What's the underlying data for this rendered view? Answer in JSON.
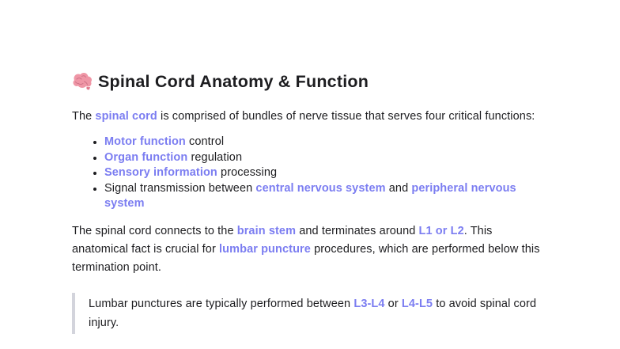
{
  "colors": {
    "accent": "#7b7df1",
    "text": "#1d1d20",
    "quote_bar": "#d3d4dc",
    "brain_pink": "#ef96a6",
    "brain_fold": "#c4677c"
  },
  "heading": {
    "icon": "brain-emoji",
    "text": "Spinal Cord Anatomy & Function"
  },
  "intro": {
    "segments": [
      {
        "t": "The "
      },
      {
        "t": "spinal cord",
        "hl": true
      },
      {
        "t": " is comprised of bundles of nerve tissue that serves four critical functions:"
      }
    ]
  },
  "functions_list": {
    "items": [
      {
        "segments": [
          {
            "t": "Motor function",
            "hl": true
          },
          {
            "t": " control"
          }
        ]
      },
      {
        "segments": [
          {
            "t": "Organ function",
            "hl": true
          },
          {
            "t": " regulation"
          }
        ]
      },
      {
        "segments": [
          {
            "t": "Sensory information",
            "hl": true
          },
          {
            "t": " processing"
          }
        ]
      },
      {
        "segments": [
          {
            "t": "Signal transmission between "
          },
          {
            "t": "central nervous system",
            "hl": true
          },
          {
            "t": " and "
          },
          {
            "t": "peripheral nervous system",
            "hl": true
          }
        ]
      }
    ]
  },
  "anatomy_paragraph": {
    "segments": [
      {
        "t": "The spinal cord connects to the "
      },
      {
        "t": "brain stem",
        "hl": true
      },
      {
        "t": " and terminates around "
      },
      {
        "t": "L1 or L2",
        "hl": true
      },
      {
        "t": ". This anatomical fact is crucial for "
      },
      {
        "t": "lumbar puncture",
        "hl": true
      },
      {
        "t": " procedures, which are performed below this termination point."
      }
    ]
  },
  "callout": {
    "segments": [
      {
        "t": "Lumbar punctures are typically performed between "
      },
      {
        "t": "L3-L4",
        "hl": true
      },
      {
        "t": " or "
      },
      {
        "t": "L4-L5",
        "hl": true
      },
      {
        "t": " to avoid spinal cord injury."
      }
    ]
  }
}
